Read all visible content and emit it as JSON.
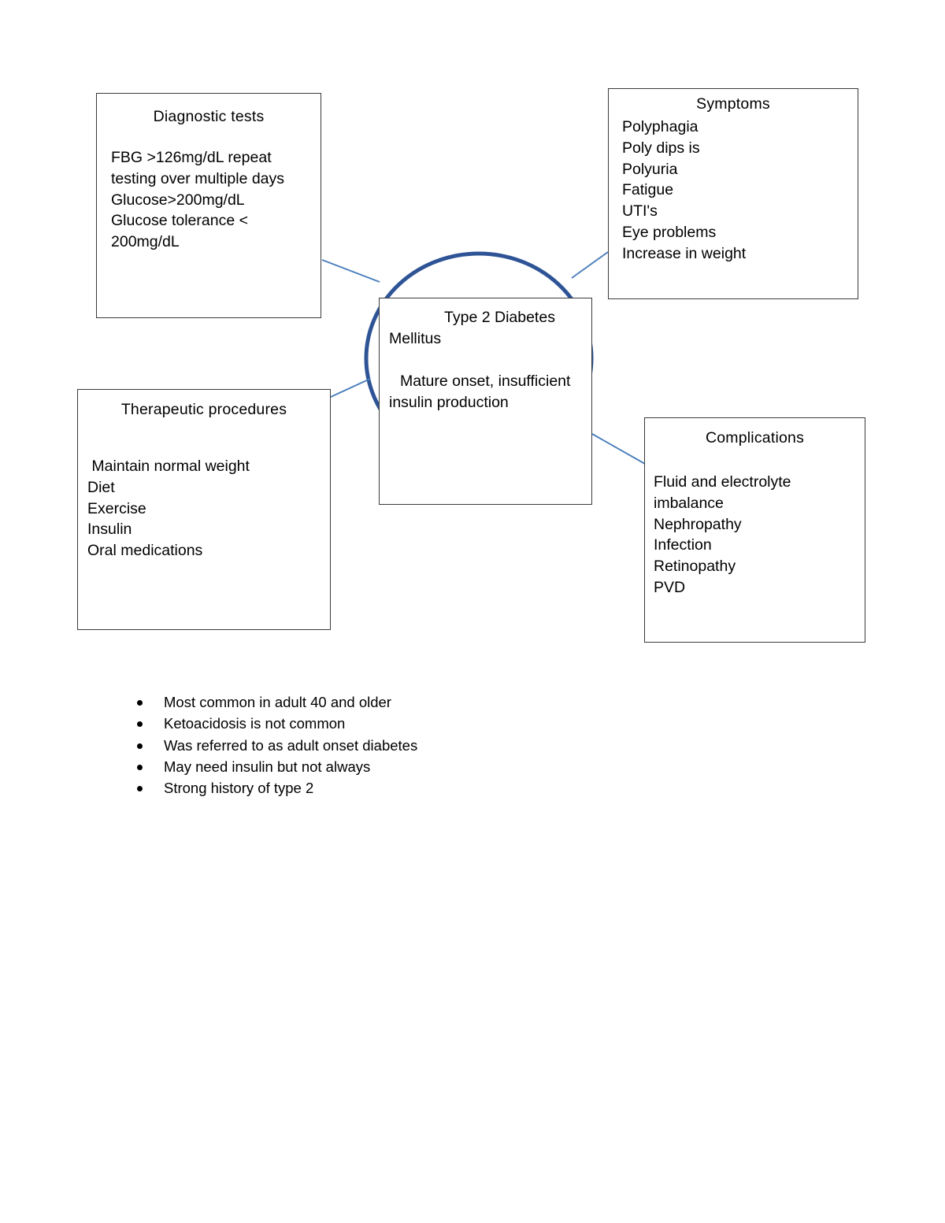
{
  "document": {
    "title": "Type 2 Diabetes Mellitus concept map"
  },
  "colors": {
    "connector_line": "#4a7ebb",
    "ellipse_outline": "#2e5496",
    "box_border": "#3a3a3a",
    "text": "#000000",
    "background": "#ffffff"
  },
  "center_node": {
    "title_line1": "Type 2 Diabetes",
    "title_line2": "Mellitus",
    "subtitle_line1": "Mature onset, insufficient",
    "subtitle_line2": "insulin production"
  },
  "nodes": {
    "diagnostic": {
      "title": "Diagnostic tests",
      "lines": [
        "FBG >126mg/dL repeat",
        "testing over multiple days",
        "Glucose>200mg/dL",
        "Glucose tolerance <",
        "200mg/dL"
      ]
    },
    "symptoms": {
      "title": "Symptoms",
      "lines": [
        "Polyphagia",
        "Poly dips is",
        "Polyuria",
        "Fatigue",
        "UTI's",
        "Eye problems",
        "Increase in weight"
      ]
    },
    "therapeutic": {
      "title": "Therapeutic procedures",
      "lines": [
        " Maintain normal weight",
        "Diet",
        "Exercise",
        "Insulin",
        "Oral medications"
      ]
    },
    "complications": {
      "title": "Complications",
      "lines": [
        "Fluid and electrolyte",
        "imbalance",
        "Nephropathy",
        "Infection",
        "Retinopathy",
        "PVD"
      ]
    }
  },
  "bullets": [
    "Most common in adult 40 and older",
    "Ketoacidosis is not common",
    "Was referred to as adult onset diabetes",
    "May need insulin but not always",
    "Strong history of type 2"
  ]
}
